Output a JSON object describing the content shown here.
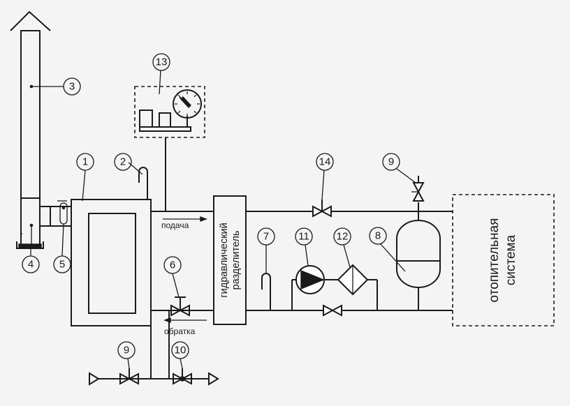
{
  "labels": {
    "podacha": "подача",
    "obratka": "обратка",
    "hydro_line1": "гидравлический",
    "hydro_line2": "разделитель",
    "system_line1": "отопительная",
    "system_line2": "система"
  },
  "callouts": {
    "c1": "1",
    "c2": "2",
    "c3": "3",
    "c4": "4",
    "c5": "5",
    "c6": "6",
    "c7": "7",
    "c8": "8",
    "c9a": "9",
    "c9b": "9",
    "c10": "10",
    "c11": "11",
    "c12": "12",
    "c13": "13",
    "c14": "14"
  },
  "colors": {
    "line": "#1a1a1a",
    "background": "#f4f4f4"
  }
}
